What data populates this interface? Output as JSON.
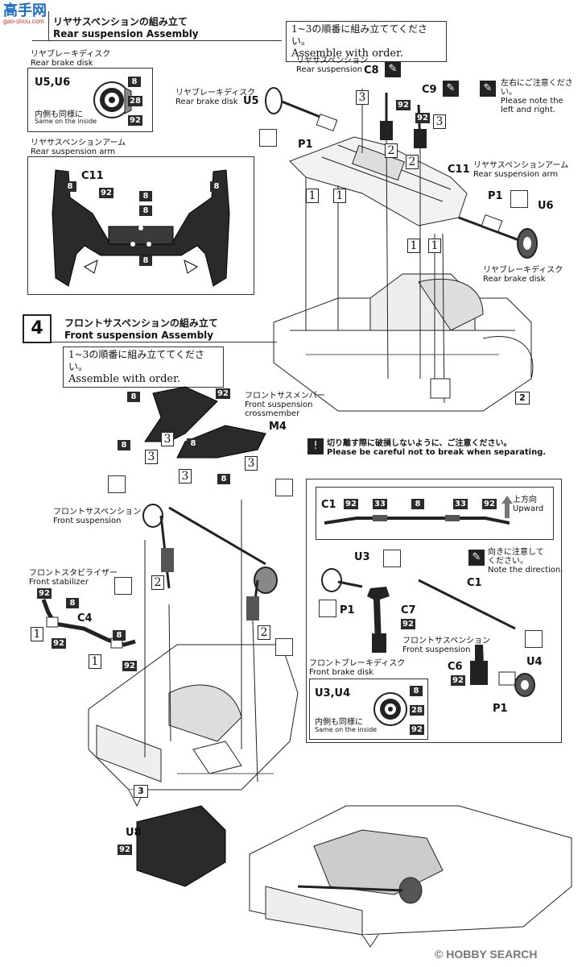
{
  "watermark_top": {
    "logo_text": "高手网",
    "url": "gao-shou.com"
  },
  "step3": {
    "title_jp": "リヤサスペンションの組み立て",
    "title_en": "Rear suspension Assembly",
    "order_jp": "1~3の順番に組み立ててください。",
    "order_en": "Assemble with order.",
    "rear_disk_box": {
      "label_jp": "リヤブレーキディスク",
      "label_en": "Rear brake disk",
      "parts": "U5,U6",
      "inside_jp": "内側も同様に",
      "inside_en": "Same on the inside",
      "badges": [
        "8",
        "28",
        "92"
      ]
    },
    "rear_arm_box": {
      "label_jp": "リヤサスペンションアーム",
      "label_en": "Rear suspension arm",
      "part": "C11",
      "badges": [
        "8",
        "92",
        "8",
        "8",
        "8",
        "8"
      ]
    },
    "labels": {
      "rear_susp_jp": "リヤサスペンション",
      "rear_susp_en": "Rear suspension",
      "rear_disk_jp": "リヤブレーキディスク",
      "rear_disk_en": "Rear brake disk",
      "arm_jp": "リヤサスペンションアーム",
      "arm_en": "Rear suspension arm",
      "disk2_jp": "リヤブレーキディスク",
      "disk2_en": "Rear brake disk",
      "caution_jp": "左右にご注意ください。",
      "caution_en1": "Please note the",
      "caution_en2": "left and right."
    },
    "parts": {
      "c8": "C8",
      "c9": "C9",
      "u5": "U5",
      "p1": "P1",
      "c11": "C11",
      "p1b": "P1",
      "u6": "U6"
    },
    "badges": {
      "b92a": "92",
      "b92b": "92"
    },
    "order_nums": {
      "n1a": "1",
      "n1b": "1",
      "n1c": "1",
      "n1d": "1",
      "n2a": "2",
      "n2b": "2",
      "n3a": "3",
      "n3b": "3"
    },
    "ref": "2"
  },
  "step4": {
    "number": "4",
    "title_jp": "フロントサスペンションの組み立て",
    "title_en": "Front suspension Assembly",
    "order_jp": "1~3の順番に組み立ててください。",
    "order_en": "Assemble with order.",
    "crossmember_jp": "フロントサスメンバー",
    "crossmember_en1": "Front suspension",
    "crossmember_en2": "crossmember",
    "careful_jp": "切り離す際に破損しないように、ご注意ください。",
    "careful_en": "Please be careful not to break when separating.",
    "front_susp_jp": "フロントサスペンション",
    "front_susp_en": "Front suspension",
    "stabilizer_jp": "フロントスタビライザー",
    "stabilizer_en": "Front stabilizer",
    "c1_box": {
      "part": "C1",
      "badges": [
        "92",
        "33",
        "8",
        "33",
        "92"
      ],
      "up_jp": "上方向",
      "up_en": "Upward"
    },
    "direction_jp1": "向きに注意して",
    "direction_jp2": "ください。",
    "direction_en": "Note the direction.",
    "front_susp2_jp": "フロントサスペンション",
    "front_susp2_en": "Front suspension",
    "front_disk_jp": "フロントブレーキディスク",
    "front_disk_en": "Front brake disk",
    "front_disk_box": {
      "parts": "U3,U4",
      "inside_jp": "内側も同様に",
      "inside_en": "Same on the inside",
      "badges": [
        "8",
        "28",
        "92"
      ]
    },
    "parts": {
      "m4": "M4",
      "c4": "C4",
      "u3": "U3",
      "p1": "P1",
      "c7": "C7",
      "c1": "C1",
      "c6": "C6",
      "u4": "U4",
      "p1b": "P1",
      "u8": "U8"
    },
    "badges": {
      "b8a": "8",
      "b92a": "92",
      "b8b": "8",
      "b8c": "8",
      "b8d": "8",
      "b92st": "92",
      "b8st": "8",
      "b92st2": "92",
      "b8st2": "8",
      "b92st3": "92",
      "b92c7": "92",
      "b92c6": "92",
      "b92u8": "92"
    },
    "order_nums": {
      "n1a": "1",
      "n1b": "1",
      "n2a": "2",
      "n2b": "2",
      "n3a": "3",
      "n3b": "3",
      "n3c": "3",
      "n3d": "3"
    },
    "ref": "3"
  },
  "watermark_bottom": {
    "copyright": "©",
    "brand": "HOBBY SEARCH"
  }
}
